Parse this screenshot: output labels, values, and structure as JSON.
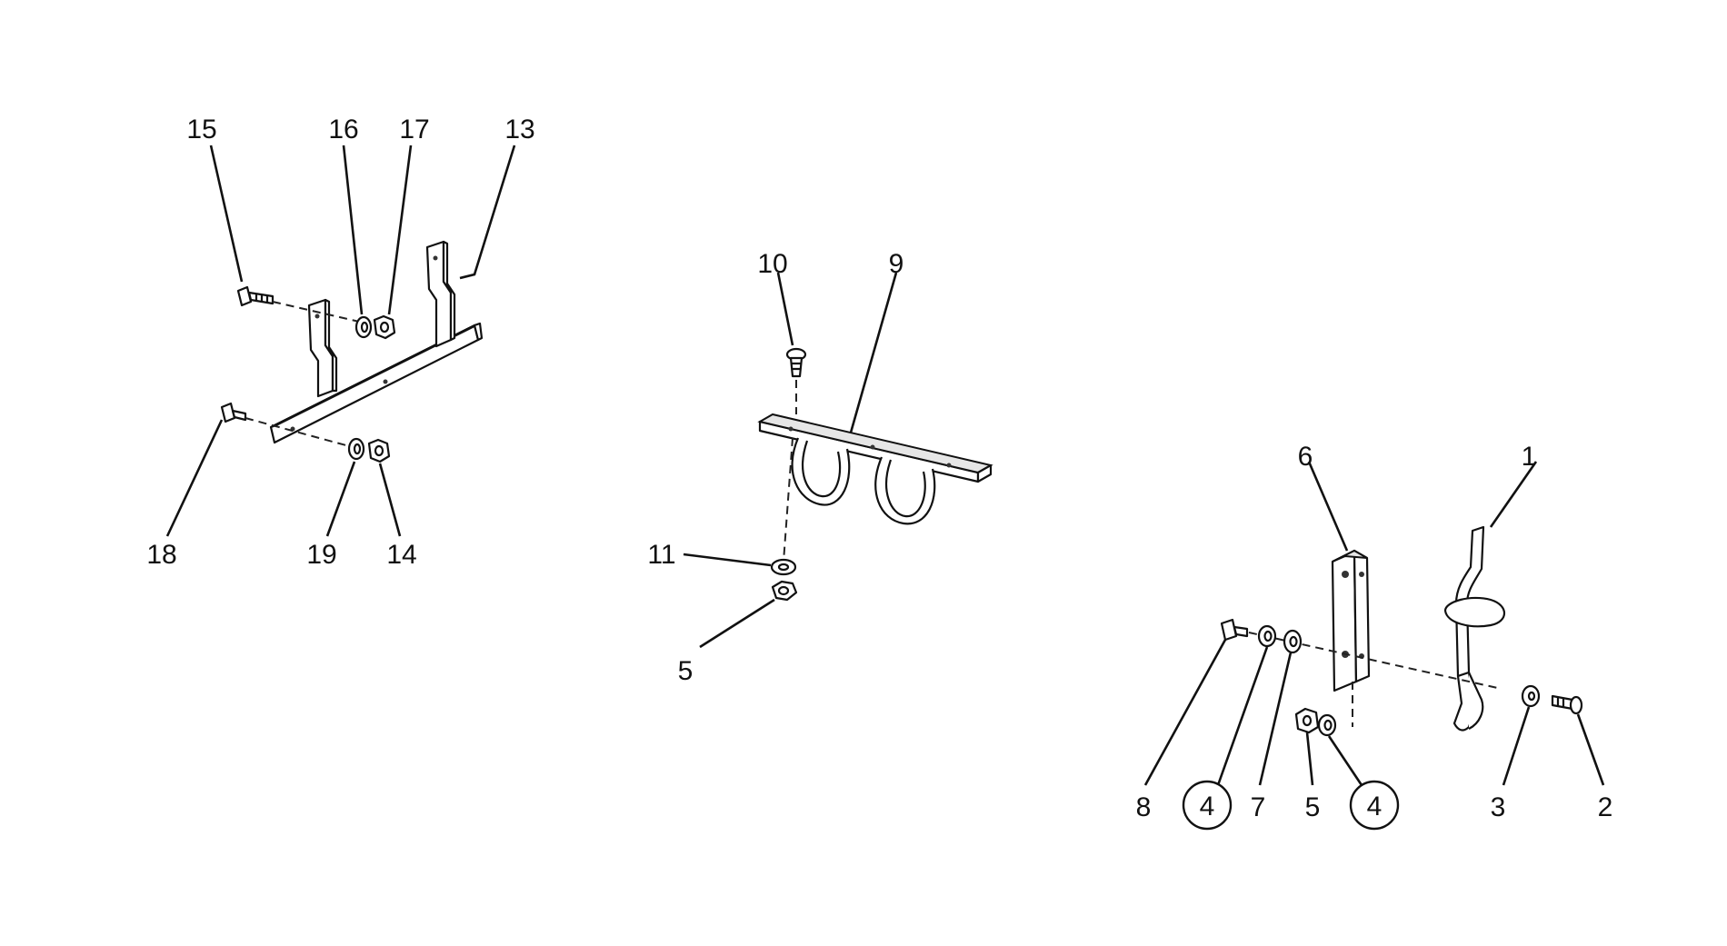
{
  "diagram": {
    "callouts": {
      "c1": "1",
      "c2": "2",
      "c3": "3",
      "c4a": "4",
      "c4b": "4",
      "c5a": "5",
      "c5b": "5",
      "c6": "6",
      "c7": "7",
      "c8": "8",
      "c9": "9",
      "c10": "10",
      "c11": "11",
      "c13": "13",
      "c14": "14",
      "c15": "15",
      "c16": "16",
      "c17": "17",
      "c18": "18",
      "c19": "19"
    },
    "circled_callouts": [
      "c4a",
      "c4b"
    ],
    "line_color": "#111111",
    "background": "#ffffff"
  }
}
